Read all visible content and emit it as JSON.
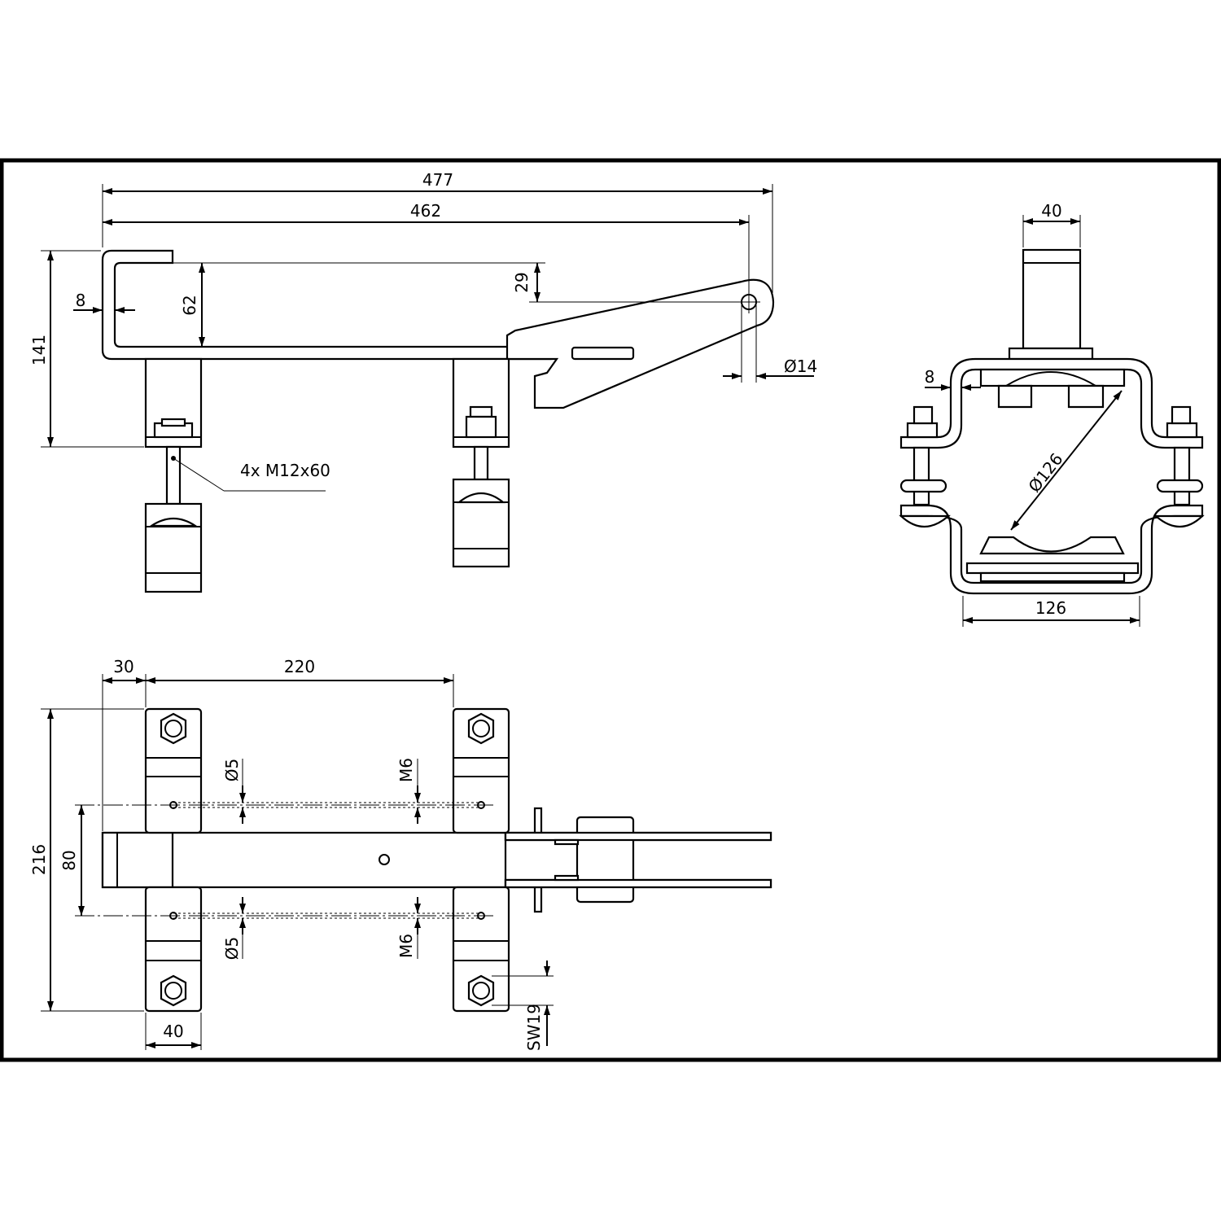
{
  "dimensions": {
    "side": {
      "overall_length": "477",
      "length_to_hole": "462",
      "height": "141",
      "hook_depth": "62",
      "plate_thickness": "8",
      "hole_offset": "29",
      "hole_diameter": "Ø14",
      "bolts": "4x M12x60"
    },
    "front": {
      "tube_width": "40",
      "clamp_range": "Ø126",
      "plate_thickness": "8",
      "inner_width": "126"
    },
    "top": {
      "edge_offset": "30",
      "clamp_spacing": "220",
      "overall_width": "216",
      "hole_spacing": "80",
      "hole_dia_top": "Ø5",
      "hole_dia_bottom": "Ø5",
      "thread_top": "M6",
      "thread_bottom": "M6",
      "clamp_width": "40",
      "wrench_size": "SW19"
    }
  }
}
